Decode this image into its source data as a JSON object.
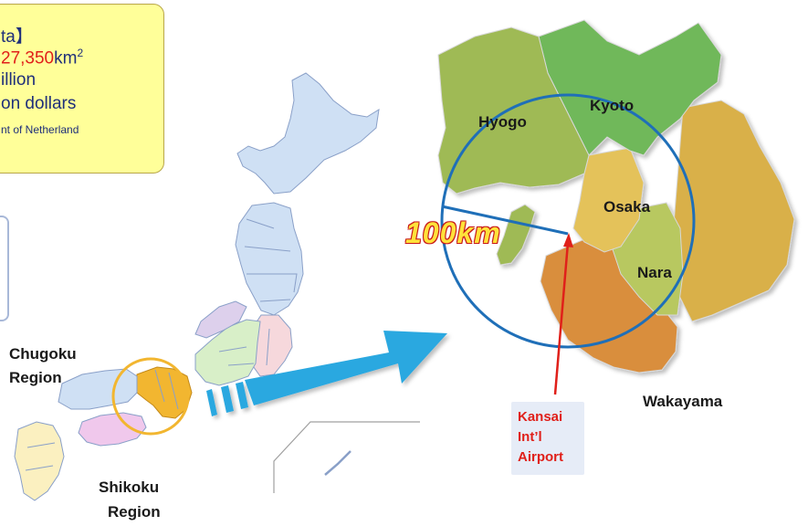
{
  "info_box": {
    "title_fragment": "ta】",
    "area_value": "27,350",
    "area_unit": "km",
    "area_exp": "2",
    "population_fragment": "illion",
    "gdp_fragment": "on dollars",
    "comparison_fragment": "nt of Netherland"
  },
  "regions": {
    "chugoku_line1": "Chugoku",
    "chugoku_line2": "Region",
    "shikoku_line1": "Shikoku",
    "shikoku_line2": "Region"
  },
  "prefectures": {
    "hyogo": "Hyogo",
    "kyoto": "Kyoto",
    "osaka": "Osaka",
    "nara": "Nara",
    "wakayama": "Wakayama"
  },
  "radius_label": "100km",
  "airport": {
    "line1": "Kansai",
    "line2": "Int’l",
    "line3": "Airport"
  },
  "colors": {
    "hyogo": "#9fba54",
    "kyoto": "#6fb85a",
    "osaka": "#e4c25a",
    "nara": "#b8c860",
    "wakayama": "#d98e3e",
    "mie_region": "#d9b04a",
    "circle": "#1f6fb8",
    "arrow": "#29a8e0",
    "pointer": "#e0201a",
    "highlight": "#f2b630"
  }
}
